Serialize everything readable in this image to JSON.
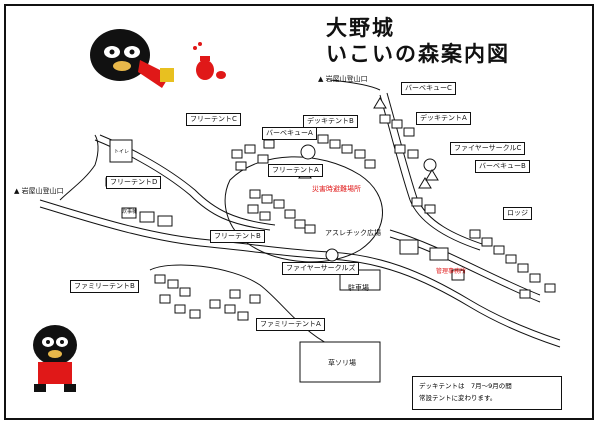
{
  "title": {
    "line1": "大野城",
    "line2": "いこいの森案内図"
  },
  "labels": {
    "trail_left": "▲ 岩屋山登山口",
    "trail_top": "▲ 岩屋山登山口",
    "bbq_c": "バーベキューC",
    "deck_a": "デッキテントA",
    "fire_c": "ファイヤーサークルC",
    "bbq_b": "バーベキューB",
    "lodge": "ロッジ",
    "free_c": "フリーテントC",
    "deck_b": "デッキテントB",
    "bbq_a": "バーベキューA",
    "free_a": "フリーテントA",
    "free_d": "フリーテントD",
    "free_b": "フリーテントB",
    "family_b": "ファミリーテントB",
    "family_a": "ファミリーテントA",
    "fire_circle": "ファイヤーサークルズ",
    "athletic": "アスレチック広場",
    "parking": "駐車場",
    "grass_ski": "草ソリ場",
    "admin": "管理事務所",
    "disaster": "災害時避難場所",
    "wc": "トイレ",
    "restroom": "炊事棟",
    "note_line1": "デッキテントは　7月～9月の間",
    "note_line2": "常設テントに変わります。"
  },
  "colors": {
    "accent": "#e01818",
    "ink": "#111111"
  }
}
